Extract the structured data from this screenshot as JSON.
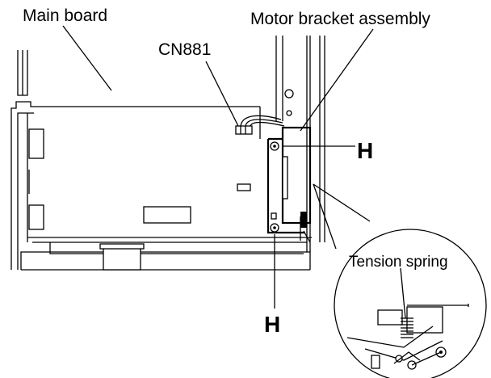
{
  "labels": {
    "main_board": "Main board",
    "motor_bracket": "Motor bracket assembly",
    "connector": "CN881",
    "screw_top": "H",
    "screw_bottom": "H",
    "tension_spring": "Tension spring"
  }
}
